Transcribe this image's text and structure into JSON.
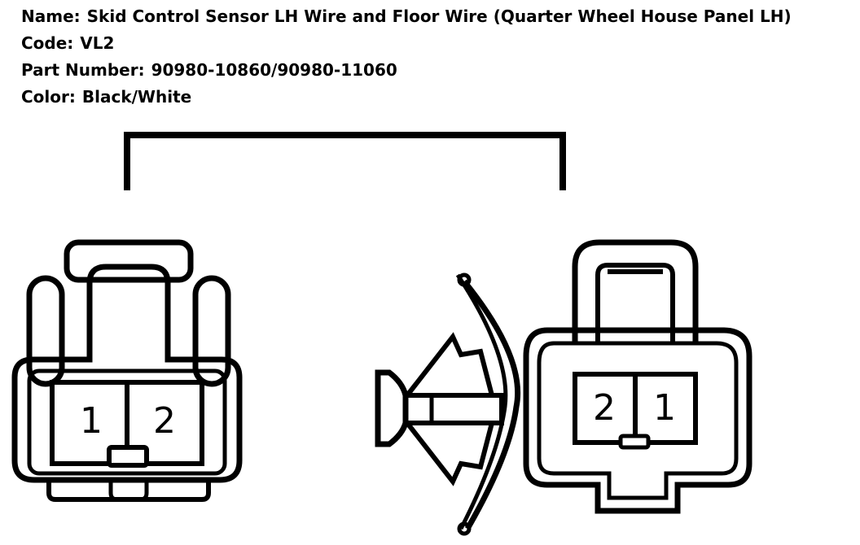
{
  "info": {
    "name_label": "Name:",
    "name_value": "Skid Control Sensor LH Wire and Floor Wire (Quarter Wheel House Panel LH)",
    "code_label": "Code:",
    "code_value": "VL2",
    "part_label": "Part Number:",
    "part_value": "90980-10860/90980-11060",
    "color_label": "Color:",
    "color_value": "Black/White"
  },
  "left_connector": {
    "pins": [
      "1",
      "2"
    ]
  },
  "right_connector": {
    "pins": [
      "2",
      "1"
    ]
  },
  "colors": {
    "line": "#000000",
    "background": "#ffffff"
  }
}
